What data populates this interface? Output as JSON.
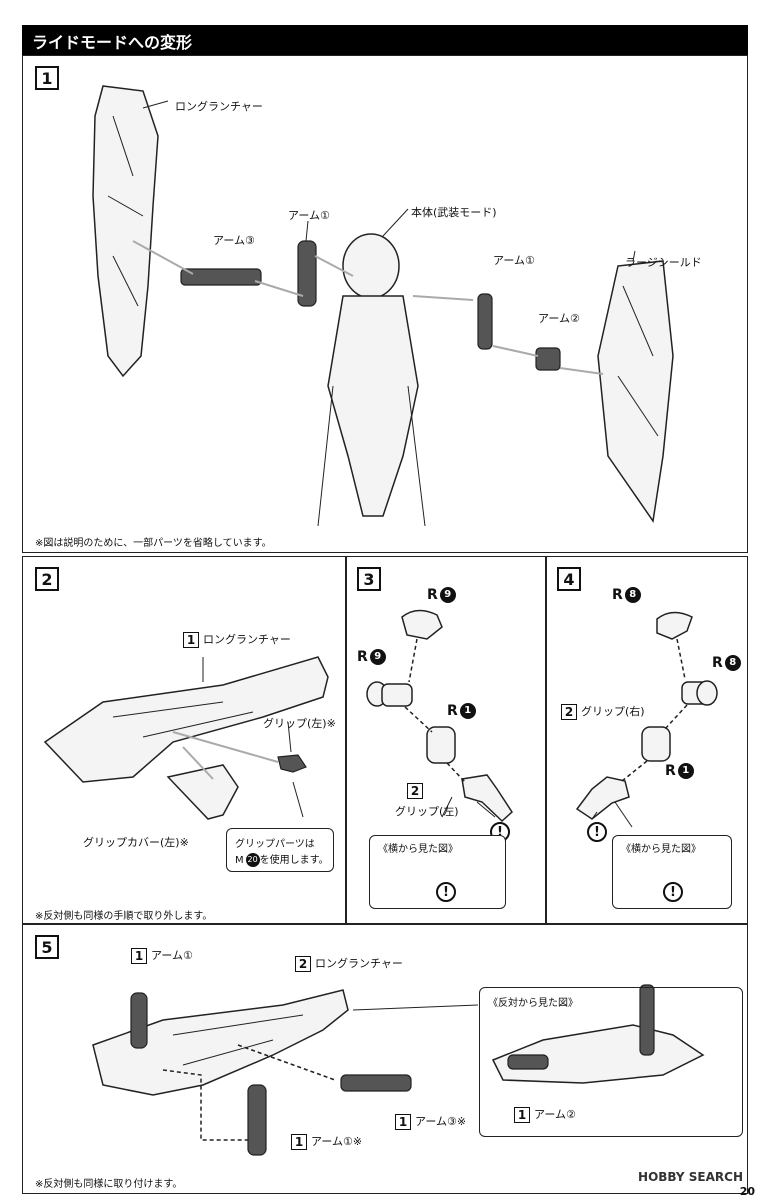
{
  "header": {
    "title": "ライドモードへの変形"
  },
  "step1": {
    "num": "1",
    "labels": {
      "long_launcher": "ロングランチャー",
      "arm1_a": "アーム①",
      "arm3": "アーム③",
      "body": "本体(武装モード)",
      "arm1_b": "アーム①",
      "arm2": "アーム②",
      "large_shield": "ラージシールド"
    },
    "note": "※図は説明のために、一部パーツを省略しています。"
  },
  "step2": {
    "num": "2",
    "ref_num": "1",
    "long_launcher": "ロングランチャー",
    "grip_left": "グリップ(左)※",
    "grip_cover": "グリップカバー(左)※",
    "info_line1": "グリップパーツは",
    "info_prefix": "M",
    "info_circ": "20",
    "info_line2": "を使用します。",
    "note": "※反対側も同様の手順で取り外します。"
  },
  "step3": {
    "num": "3",
    "r_top_prefix": "R",
    "r_top_num": "9",
    "r_mid_prefix": "R",
    "r_mid_num": "9",
    "r_low_prefix": "R",
    "r_low_num": "1",
    "ref_num": "2",
    "grip_left": "グリップ(左)",
    "side_view": "《横から見た図》",
    "warn": "!"
  },
  "step4": {
    "num": "4",
    "r_top_prefix": "R",
    "r_top_num": "8",
    "r_mid_prefix": "R",
    "r_mid_num": "8",
    "r_low_prefix": "R",
    "r_low_num": "1",
    "ref_num": "2",
    "grip_right": "グリップ(右)",
    "side_view": "《横から見た図》",
    "warn": "!"
  },
  "step5": {
    "num": "5",
    "ref_arm1_top": "1",
    "arm1_top": "アーム①",
    "ref_launcher": "2",
    "long_launcher": "ロングランチャー",
    "ref_arm3": "1",
    "arm3": "アーム③※",
    "ref_arm1_bottom": "1",
    "arm1_bottom": "アーム①※",
    "opposite_view": "《反対から見た図》",
    "ref_arm2": "1",
    "arm2": "アーム②",
    "note": "※反対側も同様に取り付けます。"
  },
  "footer": {
    "watermark": "HOBBY SEARCH",
    "page": "20"
  }
}
